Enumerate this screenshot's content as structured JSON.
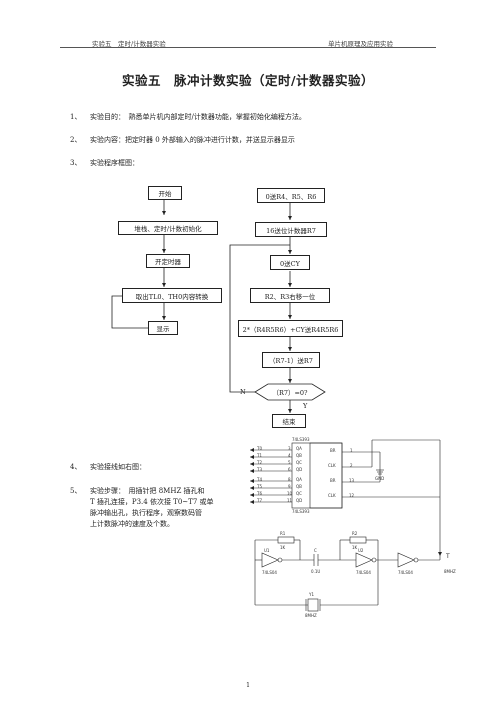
{
  "header": {
    "left": "实验五　定时/计数器实验",
    "right": "单片机原理及应用实验"
  },
  "title": "实验五　脉冲计数实验（定时/计数器实验）",
  "items": [
    {
      "num": "1、",
      "text": "实验目的：　熟悉单片机内部定时/计数器功能，掌握初始化编程方法。"
    },
    {
      "num": "2、",
      "text": "实验内容：把定时器 0 外部输入的脉冲进行计数，并送显示器显示"
    },
    {
      "num": "3、",
      "text": "实验程序框图："
    },
    {
      "num": "4、",
      "text": "实验接线如右图："
    },
    {
      "num": "5、",
      "lines": [
        "实验步骤：　用插针把 8MHZ 插孔和",
        "T 插孔连接，P3.4 依次接 T0~T7 或单",
        "脉冲输出孔，执行程序，观察数码管",
        "上计数脉冲的速度及个数。"
      ]
    }
  ],
  "flow_left": [
    "开始",
    "堆栈、定时/计数初始化",
    "开定时器",
    "取出TL0、TH0内容转换",
    "显示"
  ],
  "flow_right": [
    "0送R4、R5、R6",
    "16送位计数器R7",
    "0送CY",
    "R2、R3右移一位",
    "2*（R4R5R6）+CY送R4R5R6",
    "（R7-1）送R7",
    "（R7）=0?",
    "结束"
  ],
  "flow_labels": {
    "no": "N",
    "yes": "Y"
  },
  "circuit": {
    "chip1": "74LS393",
    "chip2": "74LS393",
    "left_pins": [
      "T0",
      "T1",
      "T2",
      "T3",
      "T4",
      "T5",
      "T6",
      "T7"
    ],
    "pin_nums_a": [
      "3",
      "4",
      "5",
      "6"
    ],
    "pin_nums_b": [
      "8",
      "9",
      "10",
      "11"
    ],
    "q_labels_a": [
      "QA",
      "QB",
      "QC",
      "QD"
    ],
    "q_labels_b": [
      "QA",
      "QB",
      "QC",
      "QD"
    ],
    "right_a": [
      "1",
      "2"
    ],
    "right_b": [
      "13",
      "12"
    ],
    "ctrl_a": [
      "BR",
      "CLK"
    ],
    "ctrl_b": [
      "BR",
      "CLK"
    ],
    "gnd": "GND",
    "r1": "R1",
    "r1_val": "1K",
    "r2": "R2",
    "r2_val": "1K",
    "u1": "U1",
    "u1_type": "74LS04",
    "u2": "U2",
    "u2_type": "74LS04",
    "u3_type": "74LS04",
    "cap": "C",
    "cap_val": "0.1U",
    "crystal": "Y1",
    "crystal_val": "8MHZ",
    "t_label": "T",
    "out_label": "8MHZ"
  },
  "footer": "1"
}
